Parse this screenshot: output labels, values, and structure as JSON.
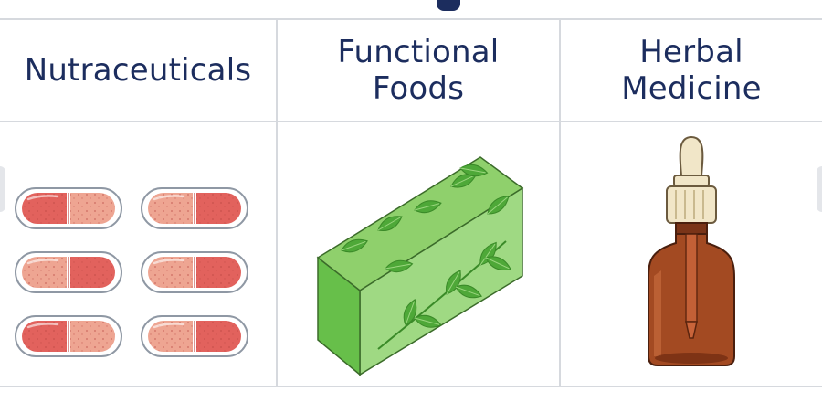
{
  "columns": [
    {
      "title": "Nutraceuticals",
      "icon": "capsules-icon"
    },
    {
      "title": "Functional\nFoods",
      "icon": "leaf-block-icon"
    },
    {
      "title": "Herbal\nMedicine",
      "icon": "dropper-bottle-icon"
    }
  ],
  "colors": {
    "heading": "#1c2d5e",
    "divider": "#d6d9de",
    "capsule_dark": "#e2625d",
    "capsule_light": "#eea592",
    "block_green": "#67bf4a",
    "leaf_green": "#4ea838",
    "bottle_brown": "#a34a22",
    "cap_cream": "#f1e6c8"
  }
}
